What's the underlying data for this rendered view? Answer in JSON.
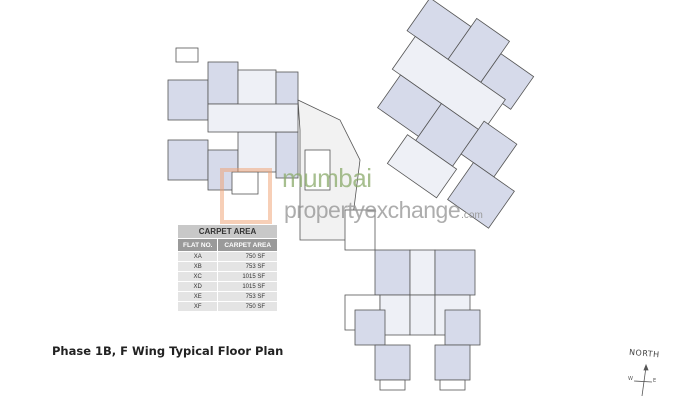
{
  "title": "Phase 1B, F Wing Typical Floor Plan",
  "compass": {
    "north_label": "NORTH",
    "west_label": "W",
    "east_label": "E"
  },
  "watermark": {
    "line1": "mumbai",
    "line2": "propertyexchange",
    "suffix": ".com"
  },
  "carpet_table": {
    "heading": "CARPET AREA",
    "columns": [
      "FLAT NO.",
      "CARPET AREA"
    ],
    "rows": [
      [
        "XA",
        "750 SF"
      ],
      [
        "XB",
        "753 SF"
      ],
      [
        "XC",
        "1015 SF"
      ],
      [
        "XD",
        "1015 SF"
      ],
      [
        "XE",
        "753 SF"
      ],
      [
        "XF",
        "750 SF"
      ]
    ]
  },
  "colors": {
    "room_fill": "#d6daea",
    "wall": "#555555",
    "watermark_green": "#8aaa6a",
    "watermark_orange": "#f0a070"
  }
}
